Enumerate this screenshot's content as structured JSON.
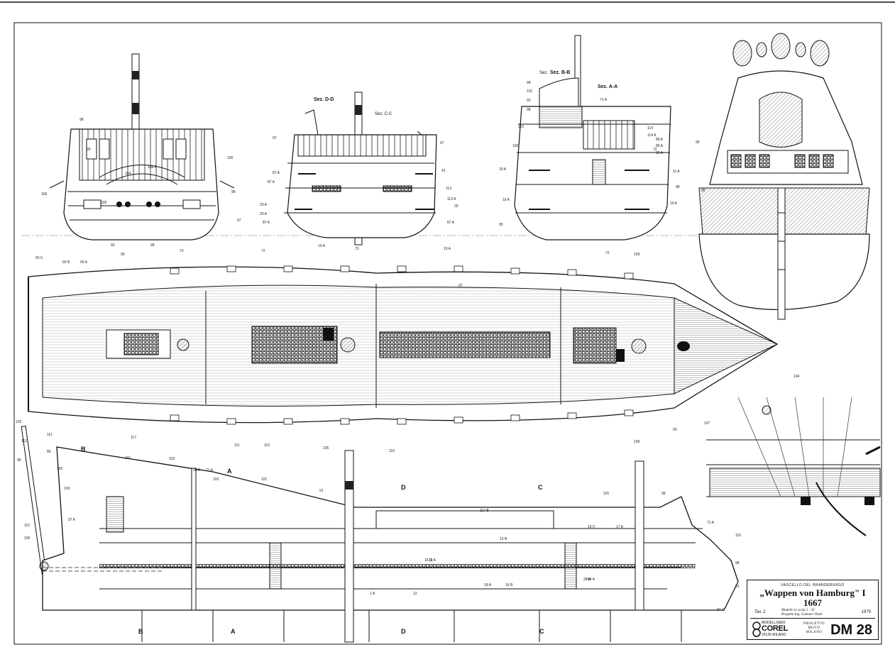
{
  "cartouche": {
    "subtitle": "VASCELLO DEL BRANDEBURGO",
    "title": "„Wappen von Hamburg\" I",
    "year": "1667",
    "sheet": "Tav. 2",
    "scale": "Modello in scala 1 : 50",
    "designer": "Progetto Ing. Gaetano Vitale",
    "date": "1979",
    "brand_top": "MODELLISMO",
    "brand": "COREL",
    "brand_bottom": "20125 MILANO",
    "project_lines": [
      "PROGETTO",
      "MOVO",
      "MILANO"
    ],
    "code": "DM 28"
  },
  "sections": {
    "dd": "Sez. D-D",
    "cc": "Sez. C-C",
    "bb": "Sez. B-B",
    "aa": "Sez. A-A"
  },
  "cut_marks": {
    "b": "B",
    "a": "A",
    "d": "D",
    "c": "C"
  },
  "part_labels": {
    "stern_view": [
      "98",
      "99",
      "100",
      "98",
      "97",
      "169",
      "108 A",
      "104",
      "105",
      "93",
      "99"
    ],
    "section_dd": [
      "97",
      "87 A",
      "87 A",
      "29 A",
      "29 A",
      "87 A"
    ],
    "section_cc": [
      "97",
      "41",
      "113",
      "113 A",
      "29",
      "87 A",
      "19 A"
    ],
    "section_bb": [
      "99",
      "101",
      "92",
      "98",
      "115",
      "100",
      "19 A",
      "19 A",
      "95"
    ],
    "section_aa": [
      "71 A",
      "114",
      "114 A",
      "89 A",
      "89 A",
      "72",
      "89 A",
      "11 A",
      "98",
      "19 A"
    ],
    "bow_view": [
      "99",
      "98"
    ],
    "plan_view": [
      "93 C",
      "93 B",
      "93 A",
      "99",
      "73",
      "72",
      "73",
      "19 A",
      "72",
      "109",
      "97",
      "104",
      "117",
      "111",
      "110",
      "105",
      "116",
      "109",
      "93",
      "107"
    ],
    "profile_view": [
      "120",
      "111",
      "112",
      "99",
      "89",
      "102",
      "101",
      "118",
      "98 A",
      "71 A",
      "102",
      "103",
      "101",
      "91",
      "101",
      "98",
      "117 B",
      "71 A",
      "101",
      "98",
      "97 A",
      "110",
      "105",
      "1 A",
      "12",
      "18 A",
      "18 A",
      "16 B",
      "16 B",
      "16 C",
      "16 C",
      "17 A",
      "84 A",
      "84 C",
      "28 A",
      "61",
      "81"
    ]
  }
}
